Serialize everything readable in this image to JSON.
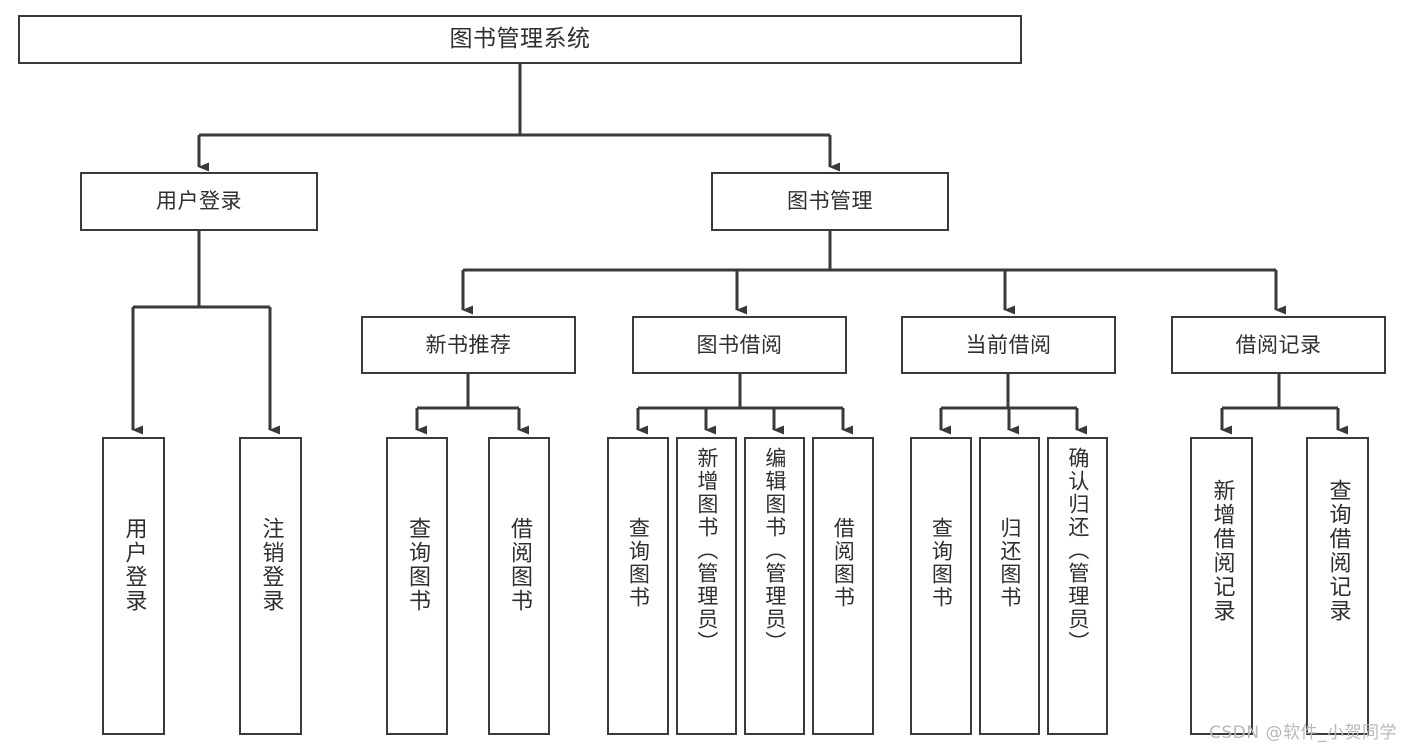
{
  "diagram": {
    "title": "图书管理系统",
    "type": "tree-hierarchy",
    "orientation": "top-down",
    "colors": {
      "box_border": "#3a3a3a",
      "box_fill": "#ffffff",
      "connector": "#3a3a3a",
      "text": "#2f2f2f",
      "background": "#ffffff",
      "watermark": "#b9b9b9"
    }
  },
  "root": {
    "label": "图书管理系统"
  },
  "level1": [
    {
      "id": "user-login",
      "label": "用户登录"
    },
    {
      "id": "book-manage",
      "label": "图书管理"
    }
  ],
  "level2": [
    {
      "id": "new-book-recommend",
      "label": "新书推荐",
      "parent": "book-manage"
    },
    {
      "id": "book-borrow",
      "label": "图书借阅",
      "parent": "book-manage"
    },
    {
      "id": "current-borrow",
      "label": "当前借阅",
      "parent": "book-manage"
    },
    {
      "id": "borrow-record",
      "label": "借阅记录",
      "parent": "book-manage"
    }
  ],
  "leaves": [
    {
      "id": "leaf-user-login",
      "label": "用户登录",
      "parent": "user-login"
    },
    {
      "id": "leaf-user-logout",
      "label": "注销登录",
      "parent": "user-login"
    },
    {
      "id": "leaf-rec-query",
      "label": "查询图书",
      "parent": "new-book-recommend"
    },
    {
      "id": "leaf-rec-borrow",
      "label": "借阅图书",
      "parent": "new-book-recommend"
    },
    {
      "id": "leaf-bb-query",
      "label": "查询图书",
      "parent": "book-borrow"
    },
    {
      "id": "leaf-bb-add",
      "label": "新增图书（管理员）",
      "parent": "book-borrow"
    },
    {
      "id": "leaf-bb-edit",
      "label": "编辑图书（管理员）",
      "parent": "book-borrow"
    },
    {
      "id": "leaf-bb-borrow",
      "label": "借阅图书",
      "parent": "book-borrow"
    },
    {
      "id": "leaf-cb-query",
      "label": "查询图书",
      "parent": "current-borrow"
    },
    {
      "id": "leaf-cb-return",
      "label": "归还图书",
      "parent": "current-borrow"
    },
    {
      "id": "leaf-cb-confirm",
      "label": "确认归还（管理员）",
      "parent": "current-borrow"
    },
    {
      "id": "leaf-br-add",
      "label": "新增借阅记录",
      "parent": "borrow-record"
    },
    {
      "id": "leaf-br-query",
      "label": "查询借阅记录",
      "parent": "borrow-record"
    }
  ],
  "watermark": {
    "text": "CSDN @软件_小贺同学"
  }
}
